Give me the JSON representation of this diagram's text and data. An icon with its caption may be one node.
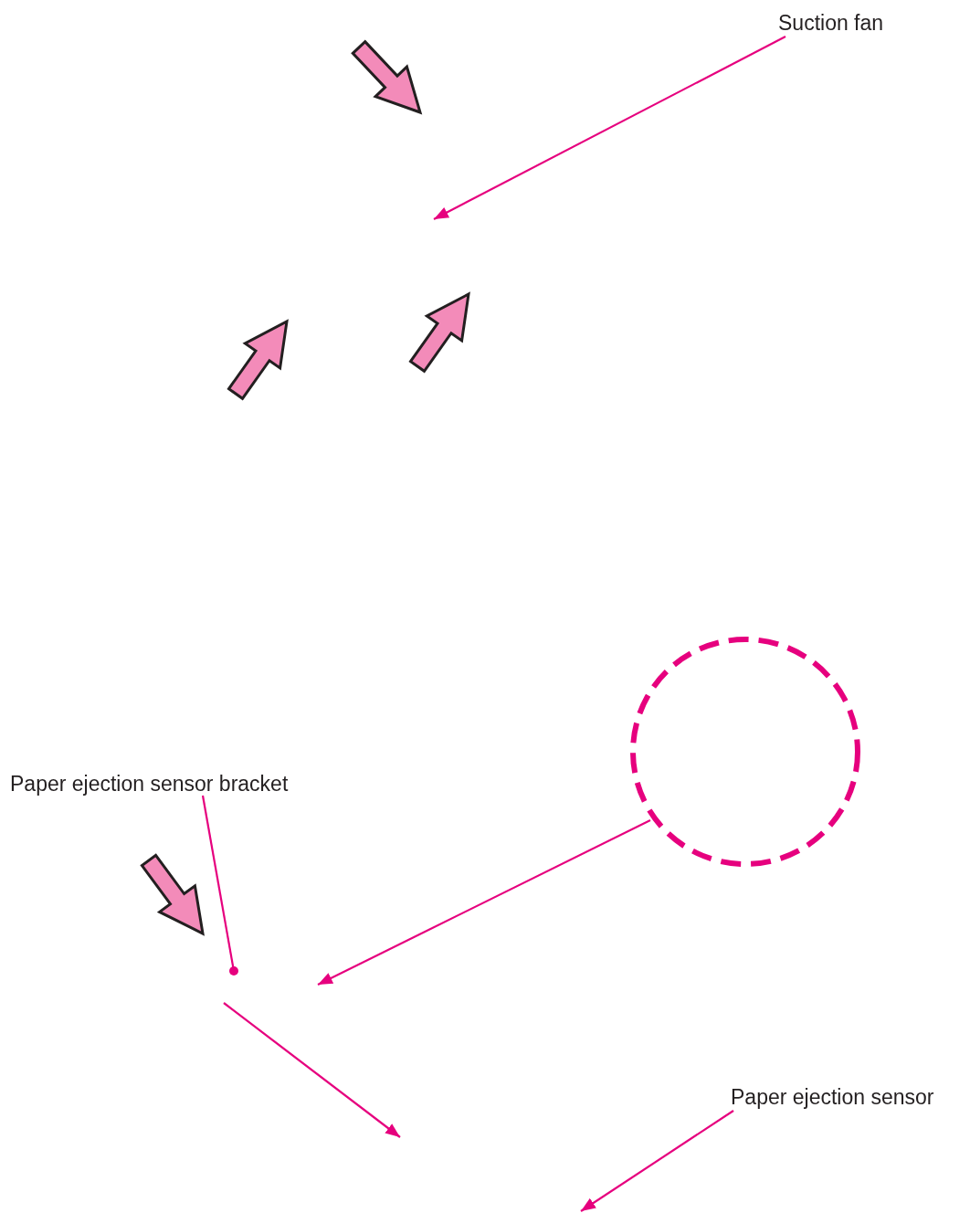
{
  "diagram": {
    "nodes": [
      {
        "text": [
          "Suction fan"
        ]
      },
      {
        "text": [
          "Paper ejection sensor bracket"
        ]
      },
      {
        "text": [],
        "shape": "circle"
      },
      {
        "text": [
          "Paper ejection sensor"
        ]
      }
    ],
    "edges": [
      {
        "from": 0,
        "to": null,
        "arrow": "to"
      },
      {
        "from": 1,
        "to": null,
        "arrow": "other"
      },
      {
        "from": 2,
        "to": null,
        "arrow": "to"
      },
      {
        "from": 3,
        "to": null,
        "arrow": "to"
      }
    ]
  }
}
